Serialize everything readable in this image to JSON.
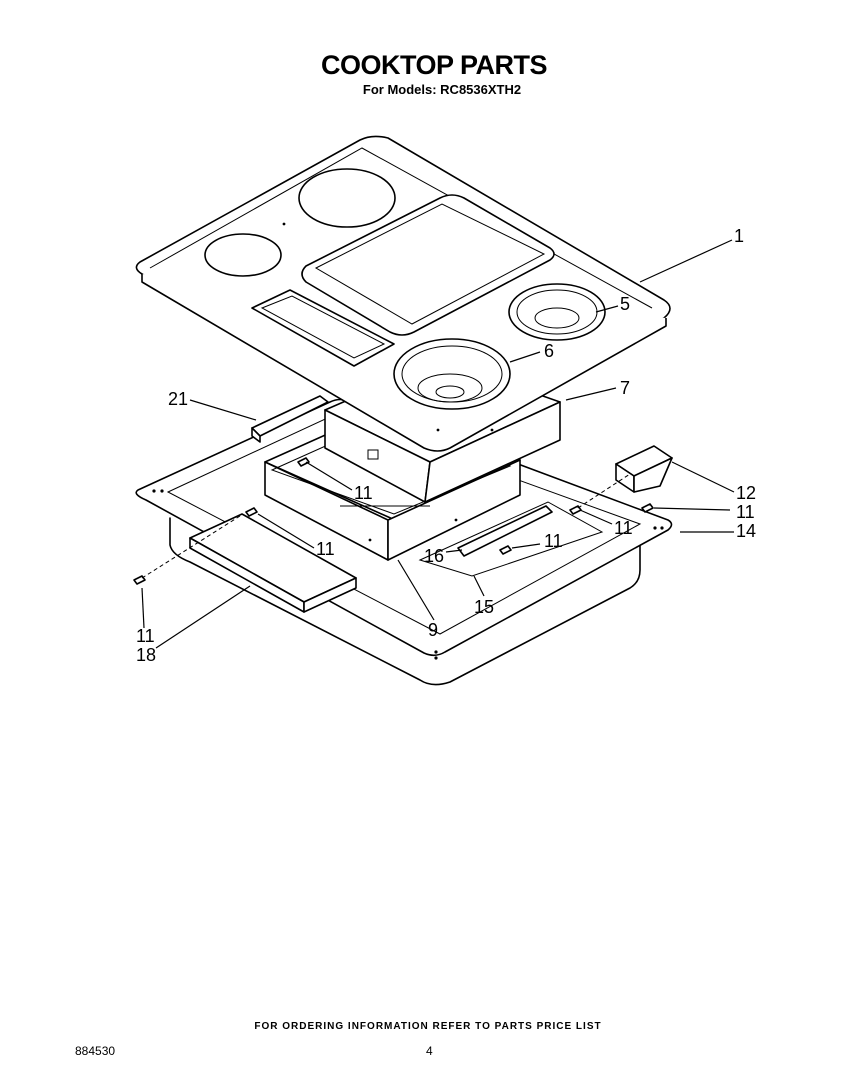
{
  "title": "COOKTOP PARTS",
  "subtitle": "For Models: RC8536XTH2",
  "callouts": {
    "c1": "1",
    "c5": "5",
    "c6": "6",
    "c7": "7",
    "c21": "21",
    "c11a": "11",
    "c11b": "11",
    "c12": "12",
    "c11c": "11",
    "c14": "14",
    "c11d": "11",
    "c16": "16",
    "c11e": "11",
    "c15": "15",
    "c9": "9",
    "c11f": "11",
    "c18": "18"
  },
  "footer": {
    "note": "FOR ORDERING INFORMATION REFER TO PARTS PRICE LIST",
    "doc_number": "884530",
    "page_number": "4"
  }
}
